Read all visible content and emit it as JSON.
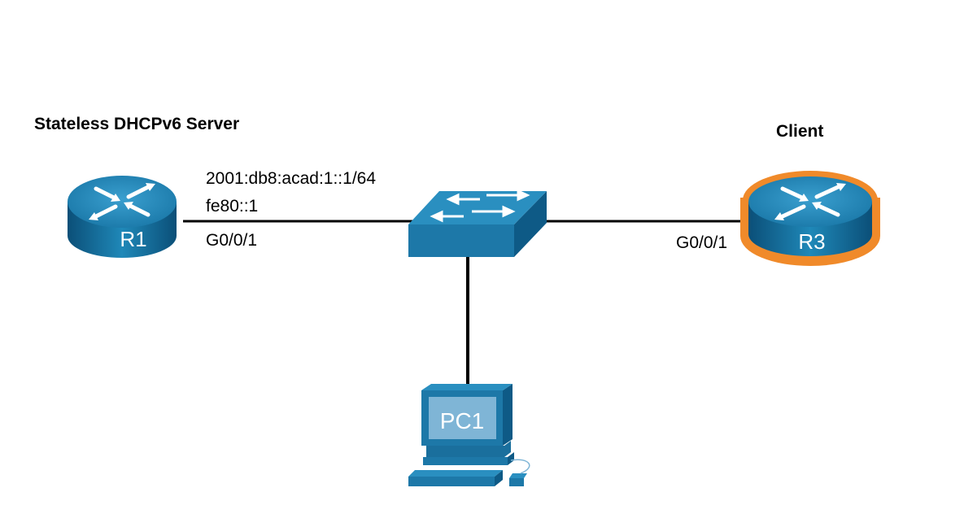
{
  "labels": {
    "server_title": "Stateless DHCPv6 Server",
    "client_title": "Client",
    "r1_ipv6": "2001:db8:acad:1::1/64",
    "r1_link_local": "fe80::1",
    "r1_interface": "G0/0/1",
    "r3_interface": "G0/0/1"
  },
  "devices": {
    "r1": {
      "name": "R1",
      "type": "router",
      "icon": "router-icon"
    },
    "r3": {
      "name": "R3",
      "type": "router",
      "icon": "router-icon",
      "highlight": "#f08a2a"
    },
    "switch": {
      "type": "switch",
      "icon": "switch-icon"
    },
    "pc1": {
      "name": "PC1",
      "type": "pc",
      "icon": "pc-icon"
    }
  },
  "colors": {
    "device_top": "#1f84b4",
    "device_side": "#0d5b88",
    "link": "#000000",
    "highlight": "#f08a2a"
  }
}
